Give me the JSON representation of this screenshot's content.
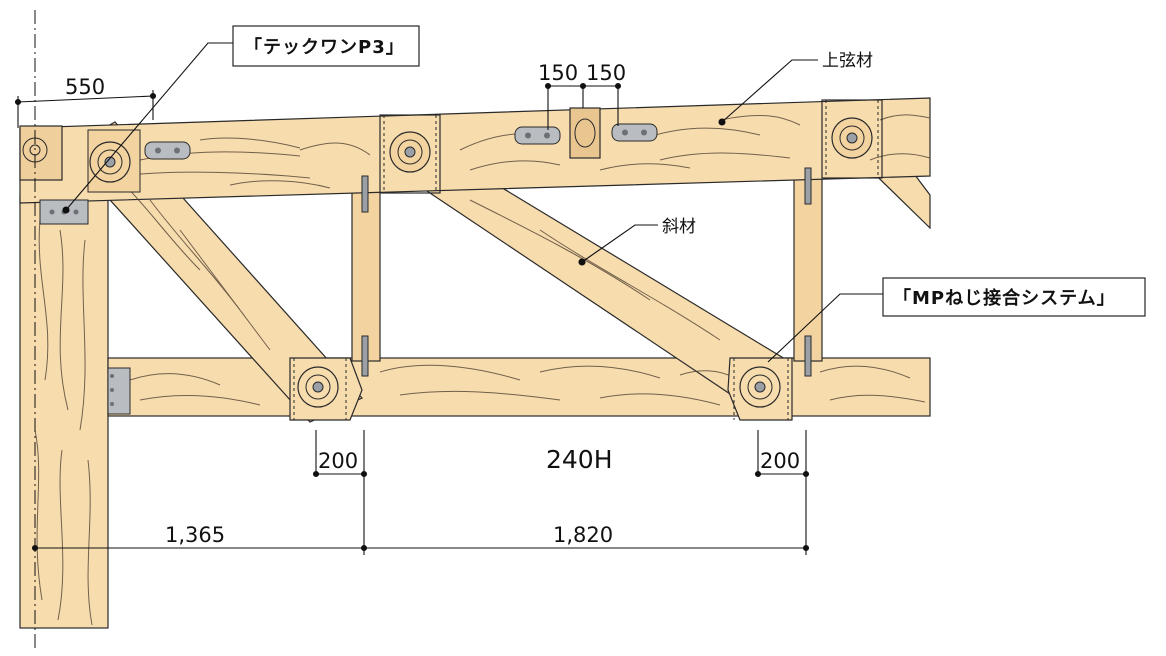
{
  "labels": {
    "tekku_callout": "「テックワンP3」",
    "mp_callout": "「MPねじ接合システム」",
    "top_chord": "上弦材",
    "diagonal": "斜材",
    "height": "240H"
  },
  "dimensions": {
    "d550": "550",
    "d150a": "150",
    "d150b": "150",
    "d200a": "200",
    "d200b": "200",
    "d1365": "1,365",
    "d1820": "1,820"
  },
  "colors": {
    "wood": "#f7dcae",
    "wood_dark": "#e9c590",
    "grain": "#5a4a38",
    "outline": "#2a2a2a",
    "metal": "#b9bcc0",
    "metal_dark": "#6d7074",
    "bolt": "#9aa0a6",
    "line": "#111111"
  }
}
